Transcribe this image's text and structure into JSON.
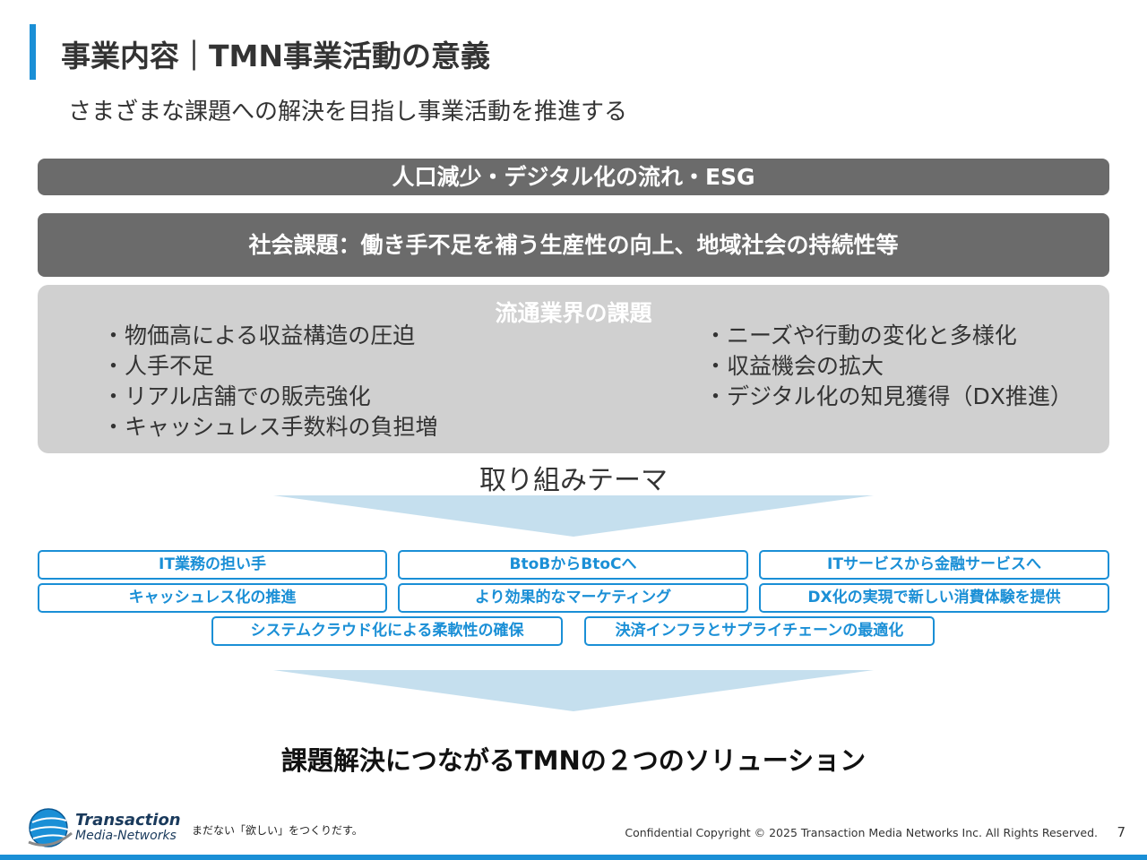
{
  "header": {
    "title": "事業内容｜TMN事業活動の意義",
    "subtitle": "さまざまな課題への解決を目指し事業活動を推進する"
  },
  "bands": {
    "trend": "人口減少・デジタル化の流れ・ESG",
    "social": "社会課題：働き手不足を補う生産性の向上、地域社会の持続性等"
  },
  "issues": {
    "title": "流通業界の課題",
    "left": [
      "・物価高による収益構造の圧迫",
      "・人手不足",
      "・リアル店舗での販売強化",
      "・キャッシュレス手数料の負担増"
    ],
    "right": [
      "・ニーズや行動の変化と多様化",
      "・収益機会の拡大",
      "・デジタル化の知見獲得（DX推進）"
    ]
  },
  "themes": {
    "heading": "取り組みテーマ",
    "items": [
      "IT業務の担い手",
      "BtoBからBtoCへ",
      "ITサービスから金融サービスへ",
      "キャッシュレス化の推進",
      "より効果的なマーケティング",
      "DX化の実現で新しい消費体験を提供",
      "システムクラウド化による柔軟性の確保",
      "決済インフラとサプライチェーンの最適化"
    ]
  },
  "solution": "課題解決につながるTMNの２つのソリューション",
  "footer": {
    "logo_name": "Transaction",
    "logo_sub": "Media-Networks",
    "tagline": "まだない「欲しい」をつくりだす。",
    "copyright": "Confidential  Copyright © 2025 Transaction Media Networks Inc. All Rights Reserved.",
    "page_number": "7"
  },
  "colors": {
    "accent": "#1a8fd6",
    "band_gray": "#6b6b6b",
    "panel_gray": "#d0d0d0",
    "arrow_blue": "#c5dfee"
  }
}
